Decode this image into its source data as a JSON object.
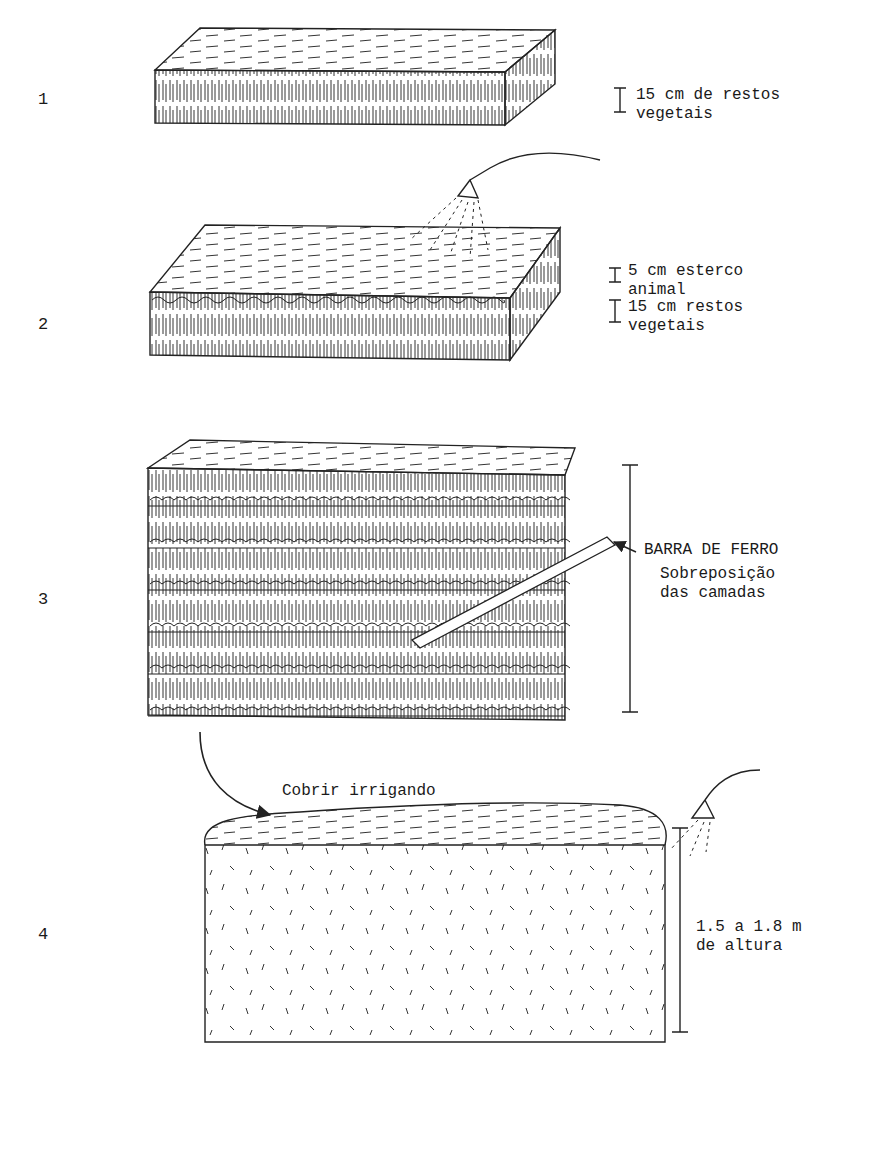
{
  "diagram": {
    "labels": [
      "1",
      "15 cm de restos vegetais",
      "2",
      "5 cm esterco animal",
      "15 cm restos vegetais",
      "BARRA DE FERRO",
      "3",
      "Sobreposição das camadas",
      "Cobrir irrigando",
      "4",
      "1.5 a 1.8 m de altura"
    ]
  }
}
